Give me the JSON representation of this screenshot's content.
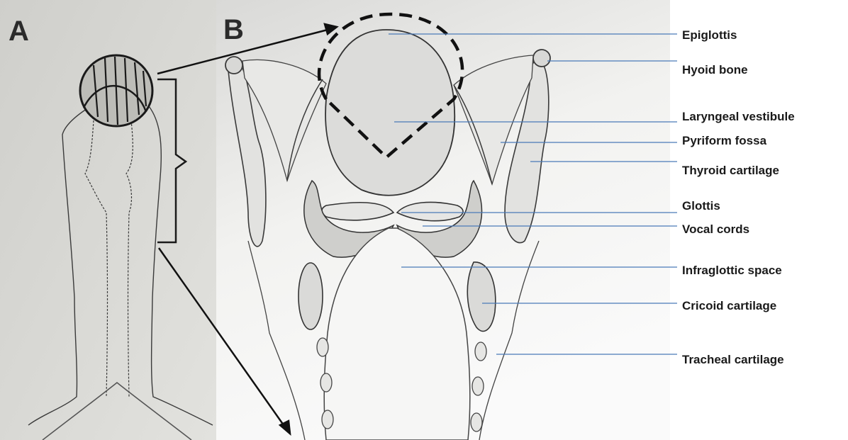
{
  "panels": {
    "a": "A",
    "b": "B"
  },
  "labels": [
    "Epiglottis",
    "Hyoid bone",
    "Laryngeal vestibule",
    "Pyriform fossa",
    "Thyroid cartilage",
    "Glottis",
    "Vocal cords",
    "Infraglottic space",
    "Cricoid cartilage",
    "Tracheal cartilage"
  ],
  "colors": {
    "leader_line": "#4a7ab8",
    "paper_a": "#d8d8d4",
    "paper_b": "#ececea",
    "pencil": "#3a3a3a",
    "ink": "#111111"
  }
}
